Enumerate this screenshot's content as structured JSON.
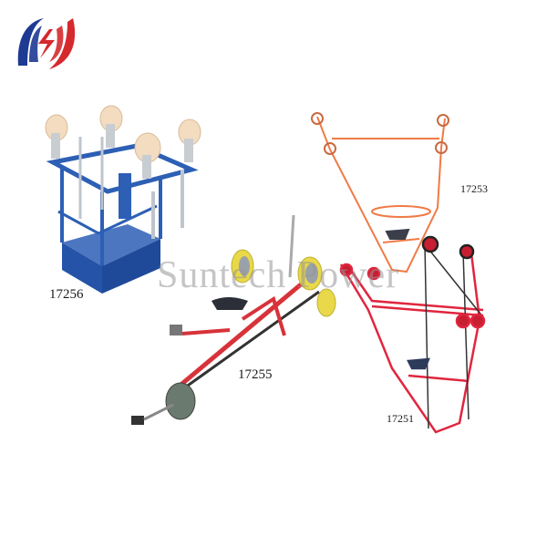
{
  "brand": {
    "logo_icon": "sunteam-power-logo-icon",
    "colors": {
      "blue": "#1f3a93",
      "red": "#d42a2e"
    }
  },
  "watermark": {
    "text": "Suntech Power"
  },
  "products": [
    {
      "model": "17256",
      "description": "Blue cage-type cable inspection trolley with four nylon pulleys",
      "frame_color": "#2d5fb5",
      "pulley_color": "#f3dcc0"
    },
    {
      "model": "17253",
      "description": "Orange triangular line-walking frame with seat",
      "frame_color": "#f07a45"
    },
    {
      "model": "17255",
      "description": "Red bicycle-type line trolley with yellow wheels and pedal drive",
      "frame_color": "#d8323a",
      "wheel_color": "#e8d84a"
    },
    {
      "model": "17251",
      "description": "Red double-conductor bicycle frame with chain drive",
      "frame_color": "#e0263e"
    }
  ],
  "labels": {
    "p17256": "17256",
    "p17253": "17253",
    "p17255": "17255",
    "p17251": "17251"
  }
}
